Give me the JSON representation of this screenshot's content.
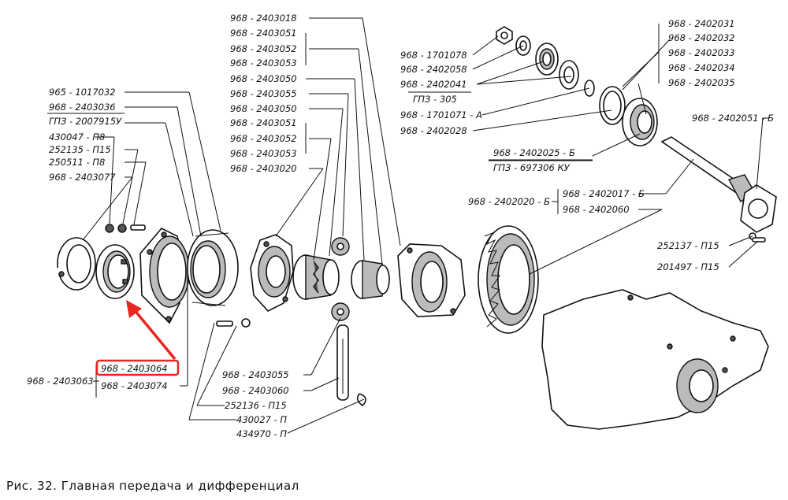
{
  "caption": "Рис. 32. Главная передача и дифференциал",
  "labels": {
    "l_2403018": "968 - 2403018",
    "l_2403051a": "968 - 2403051",
    "l_2403052a": "968 - 2403052",
    "l_2403053a": "968 - 2403053",
    "l_2403050a": "968 - 2403050",
    "l_2403055a": "968 - 2403055",
    "l_2403050b": "968 - 2403050",
    "l_2403051b": "968 - 2403051",
    "l_2403052b": "968 - 2403052",
    "l_2403053b": "968 - 2403053",
    "l_2403020": "968 - 2403020",
    "l_1017032": "965 - 1017032",
    "l_2403036": "968 - 2403036",
    "l_2007915": "ГПЗ - 2007915У",
    "l_430047": "430047 - П8",
    "l_252135": "252135 - П15",
    "l_250511": "250511 - П8",
    "l_2403077": "968 - 2403077",
    "l_2403063": "968 - 2403063",
    "l_2403064": "968 - 2403064",
    "l_2403074": "968 - 2403074",
    "l_2403055b": "968 - 2403055",
    "l_2403060": "968 - 2403060",
    "l_252136": "252136 - П15",
    "l_430027": "430027 - П",
    "l_434970": "434970 - П",
    "l_1701078": "968 - 1701078",
    "l_2402058": "968 - 2402058",
    "l_2402041": "968 - 2402041",
    "l_gpz305": "ГПЗ - 305",
    "l_1701071": "968 - 1701071 - А",
    "l_2402028": "968 - 2402028",
    "l_2402031": "968 - 2402031",
    "l_2402032": "968 - 2402032",
    "l_2402033": "968 - 2402033",
    "l_2402034": "968 - 2402034",
    "l_2402035": "968 - 2402035",
    "l_2402051": "968 - 2402051 - Б",
    "l_2402025": "968 - 2402025 - Б",
    "l_gpz697306": "ГПЗ - 697306 КУ",
    "l_2402020": "968 - 2402020 - Б",
    "l_2402017": "968 - 2402017 - Б",
    "l_2402060": "968 - 2402060",
    "l_252137": "252137 - П15",
    "l_201497": "201497 - П15"
  },
  "colors": {
    "ink": "#111111",
    "highlight": "#e8251f",
    "paper": "#ffffff"
  }
}
